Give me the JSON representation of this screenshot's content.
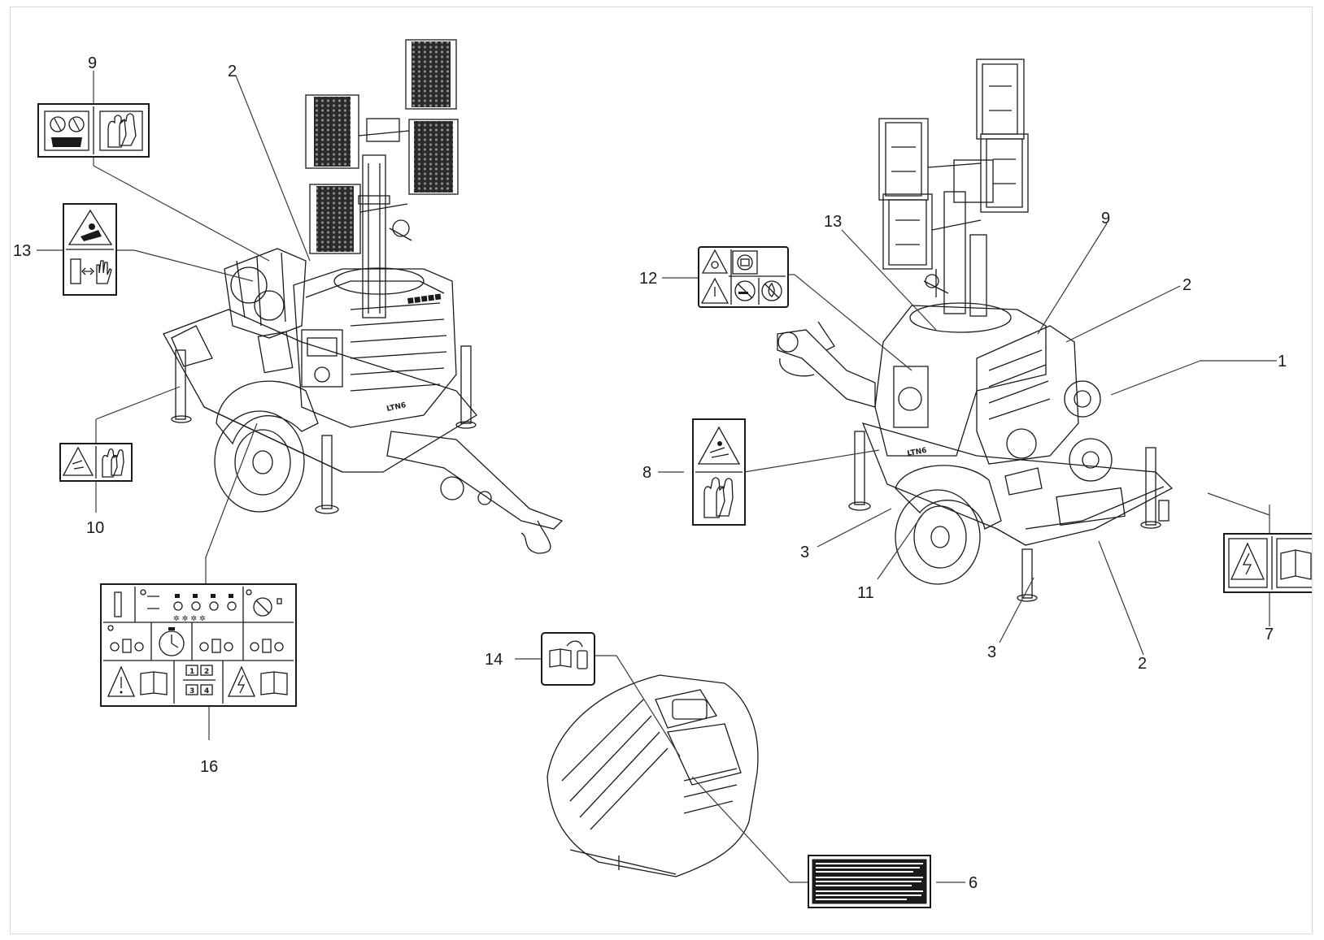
{
  "callouts": {
    "left_9": "9",
    "left_2": "2",
    "left_13": "13",
    "left_10": "10",
    "left_16": "16",
    "right_13": "13",
    "right_9": "9",
    "right_12": "12",
    "right_2a": "2",
    "right_1": "1",
    "right_8": "8",
    "right_3a": "3",
    "right_11": "11",
    "right_3b": "3",
    "right_2b": "2",
    "right_7": "7",
    "center_14": "14",
    "center_6": "6"
  },
  "panel16": {
    "key_1": "1",
    "key_2": "2",
    "key_3": "3",
    "key_4": "4"
  },
  "machine": {
    "brand_mark": "LTN6"
  },
  "colors": {
    "ink": "#1a1a1a",
    "frame": "#d8d8d8",
    "background": "#ffffff",
    "decal_fill": "#1a1a1a"
  },
  "icons": [
    "warning-triangle-icon",
    "manual-book-icon",
    "gloves-icon",
    "hand-crush-icon",
    "electric-shock-icon",
    "fan-hazard-icon",
    "no-smoking-icon",
    "no-flame-icon",
    "acid-burn-icon",
    "ear-protection-icon",
    "timer-icon",
    "key-switch-icon"
  ]
}
